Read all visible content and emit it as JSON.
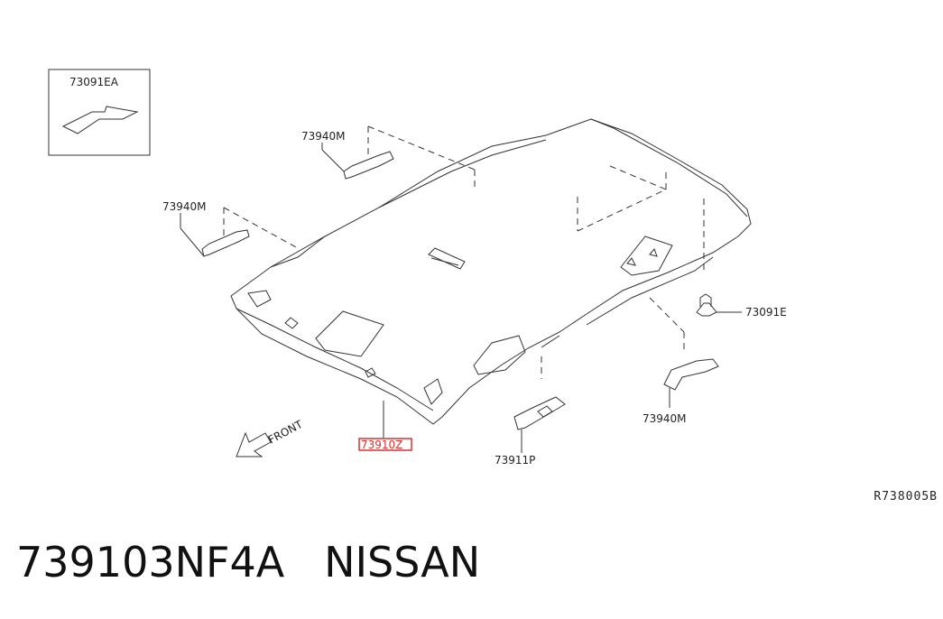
{
  "diagram": {
    "parts": {
      "clip_pad": "73091EA",
      "assist_grip_rear_left": "73940M",
      "assist_grip_front_left": "73940M",
      "clip": "73091E",
      "assist_grip_right": "73940M",
      "headlining": "73910Z",
      "sun_visor_holder": "73911P"
    },
    "front_label": "FRONT",
    "reference_code": "R738005B",
    "highlight_color": "#e0302e"
  },
  "caption": {
    "part_number": "739103NF4A",
    "brand": "NISSAN"
  }
}
